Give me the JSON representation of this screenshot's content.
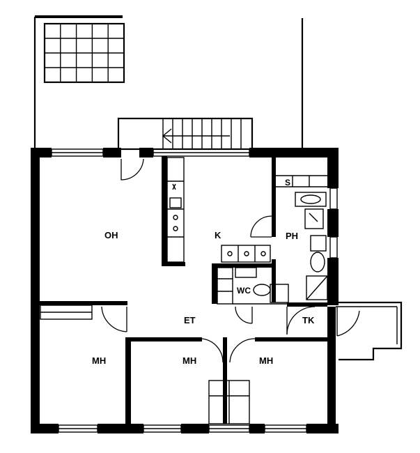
{
  "rooms": {
    "oh": "OH",
    "k": "K",
    "s": "S",
    "ph": "PH",
    "wc": "WC",
    "et": "ET",
    "tk": "TK",
    "mh1": "MH",
    "mh2": "MH",
    "mh3": "MH"
  },
  "colors": {
    "wall": "#000000",
    "background": "#ffffff"
  }
}
